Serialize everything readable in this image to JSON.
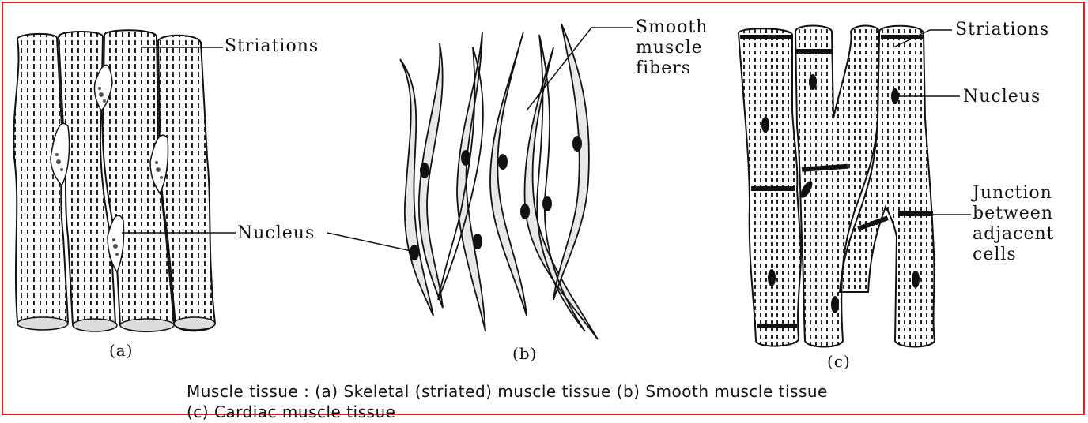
{
  "labels": {
    "striations_a": "Striations",
    "nucleus_a": "Nucleus",
    "smooth_muscle": [
      "Smooth",
      "muscle",
      "fibers"
    ],
    "striations_c": "Striations",
    "nucleus_c": "Nucleus",
    "junction": [
      "Junction",
      "between",
      "adjacent",
      "cells"
    ]
  },
  "panel_labels": {
    "a": "(a)",
    "b": "(b)",
    "c": "(c)"
  },
  "caption": {
    "line1": "Muscle tissue : (a) Skeletal (striated) muscle tissue (b) Smooth muscle tissue",
    "line2": "(c) Cardiac muscle tissue"
  },
  "colors": {
    "border": "#e02020",
    "ink": "#111111",
    "fiber_fill": "#e8e8e8"
  }
}
